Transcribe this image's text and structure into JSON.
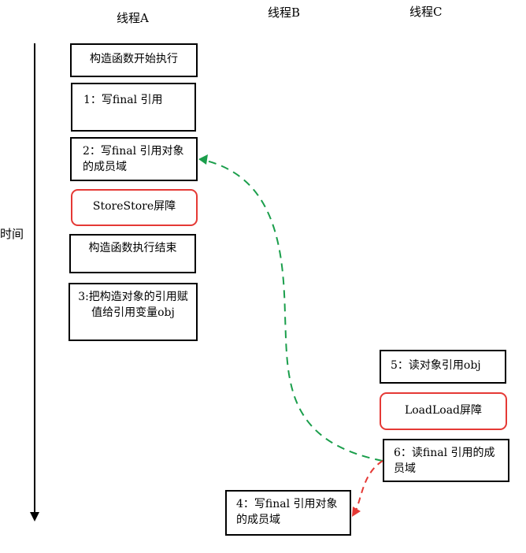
{
  "threads": {
    "a": "线程A",
    "b": "线程B",
    "c": "线程C"
  },
  "time_axis": {
    "label": "时间"
  },
  "thread_a_steps": {
    "constructor_start": "构造函数开始执行",
    "write_final_ref": "1：写final 引用",
    "write_final_member": "2：写final 引用对象的成员域",
    "storestore_barrier": "StoreStore屏障",
    "constructor_end": "构造函数执行结束",
    "assign_ref": "3:把构造对象的引用赋值给引用变量obj"
  },
  "thread_b_steps": {
    "write_final_member": "4：写final 引用对象的成员域"
  },
  "thread_c_steps": {
    "read_obj_ref": "5：读对象引用obj",
    "loadload_barrier": "LoadLoad屏障",
    "read_final_member": "6：读final 引用的成员域"
  },
  "colors": {
    "barrier_border": "#e53935",
    "green_dependency": "#1a9e4b",
    "red_dependency": "#e53935"
  }
}
